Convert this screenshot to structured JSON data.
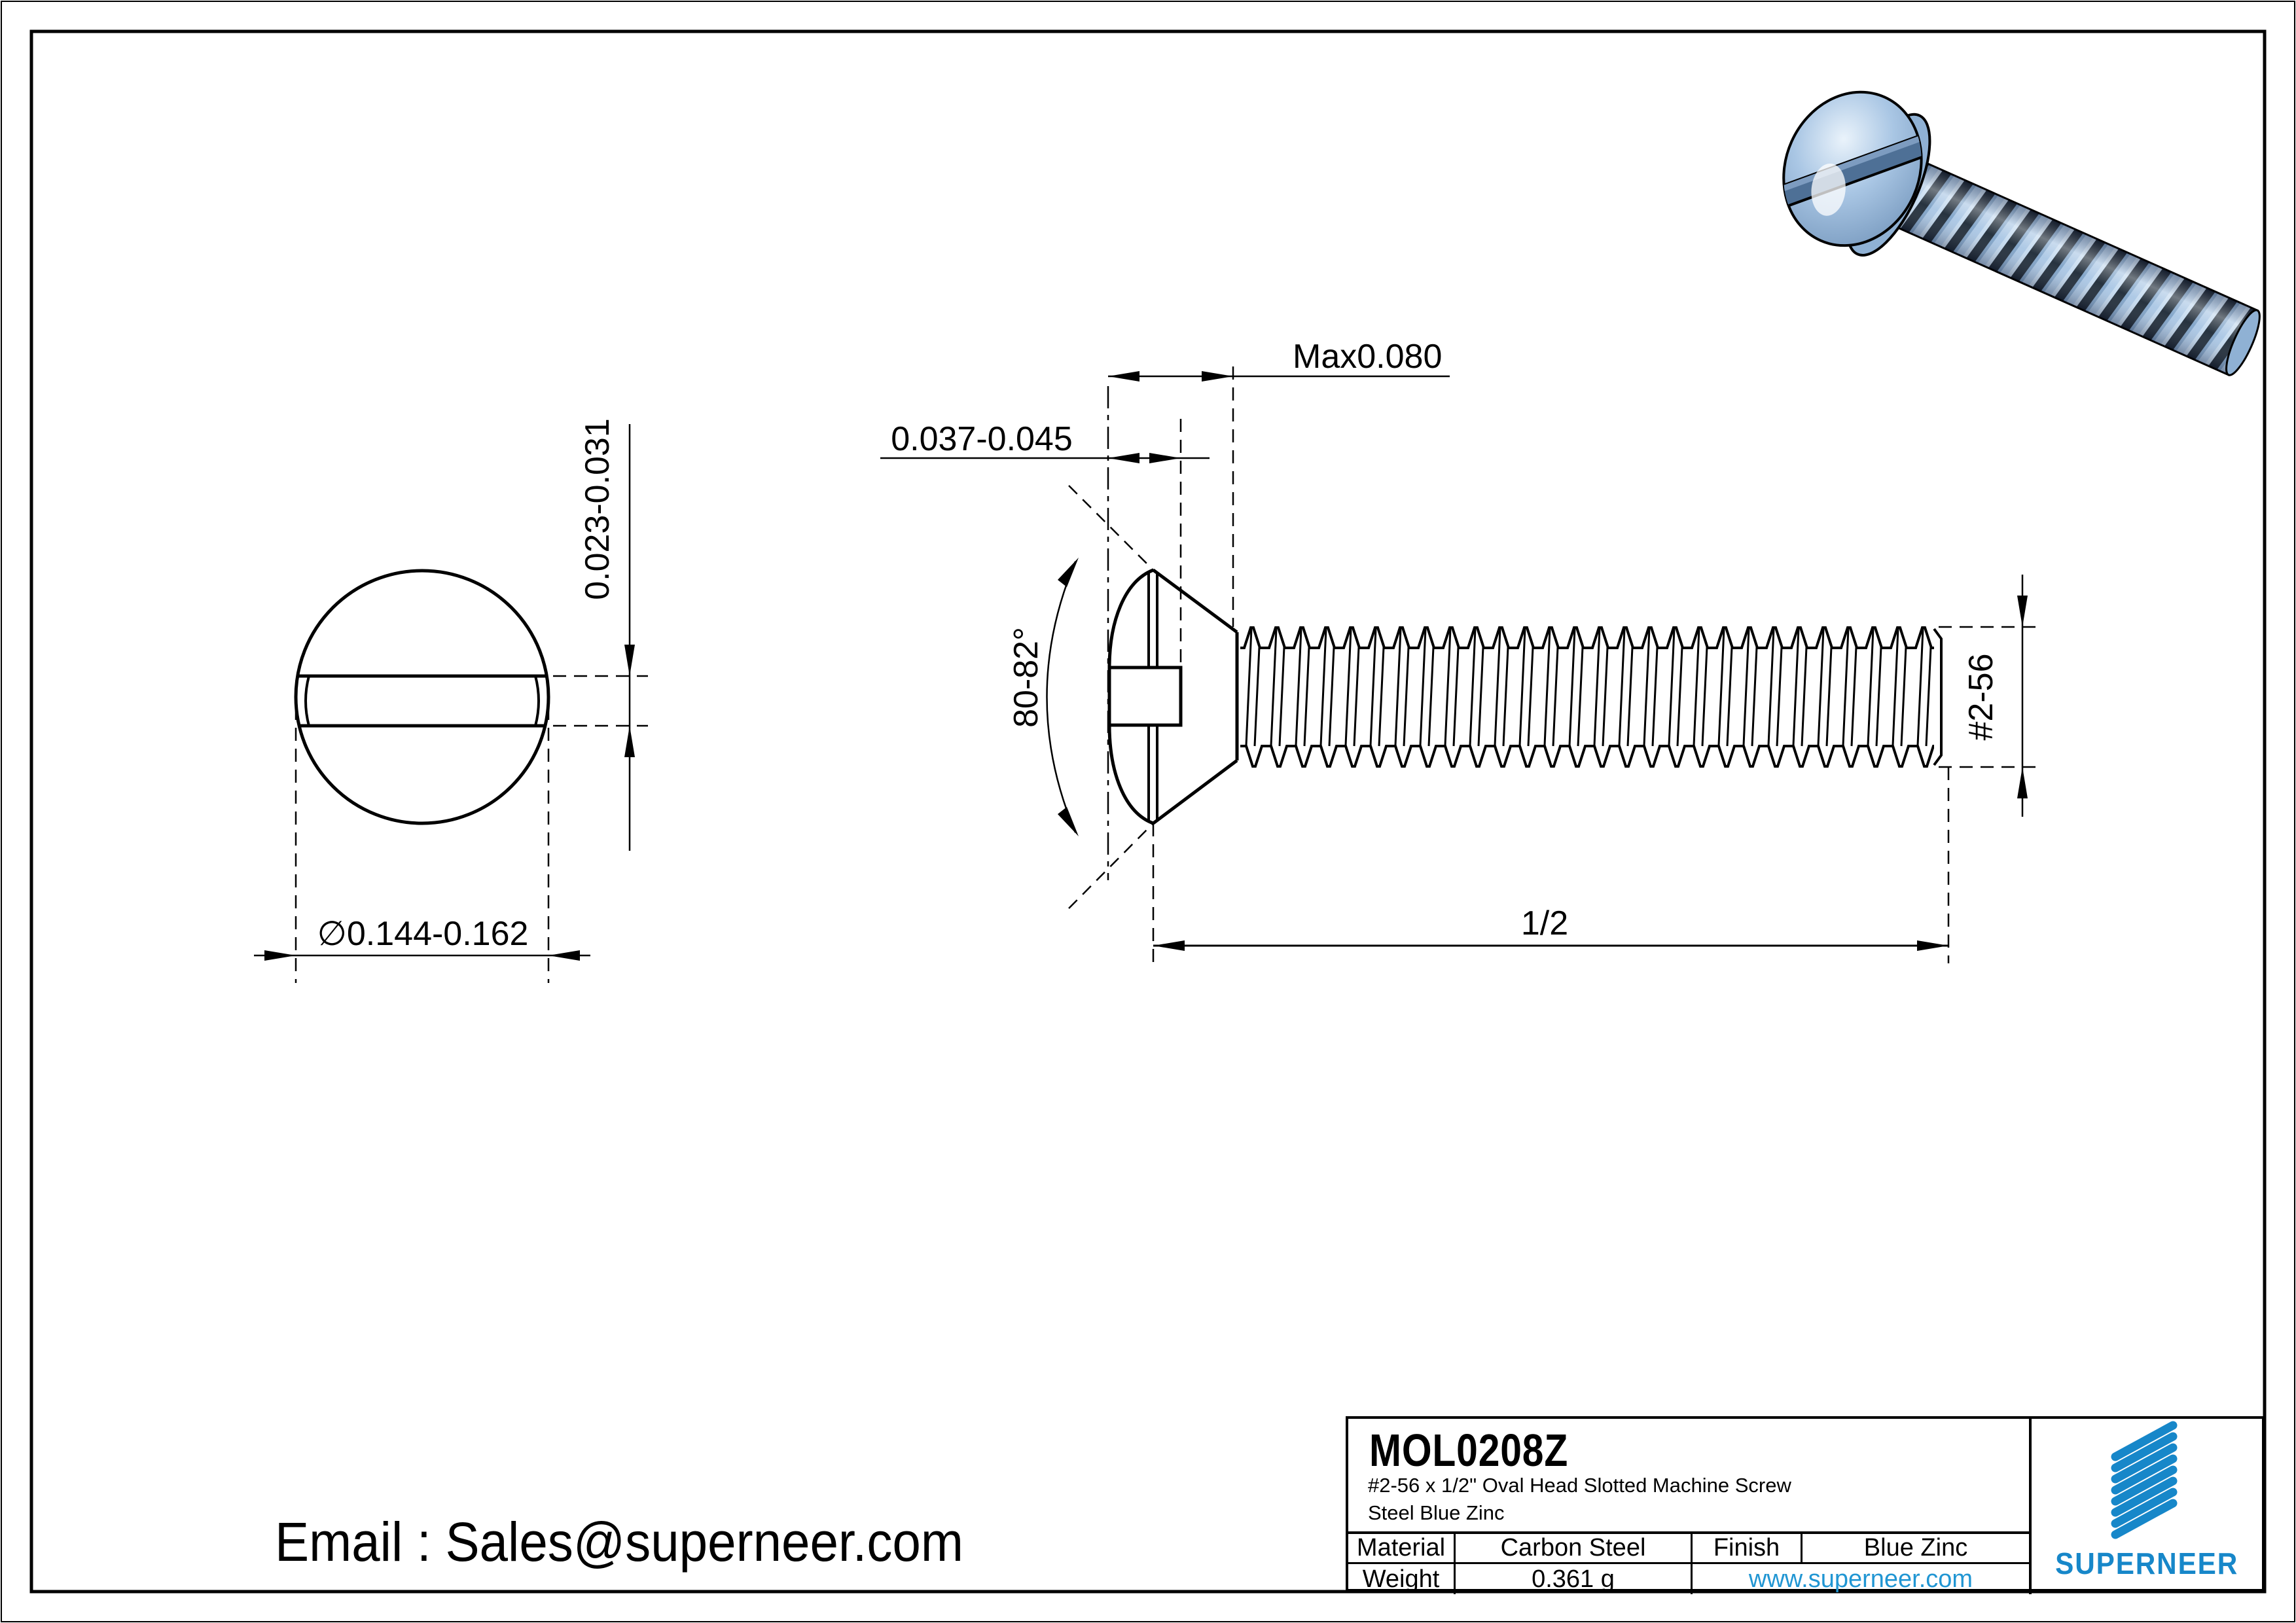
{
  "drawing": {
    "dimensions": {
      "head_height": "Max0.080",
      "slot_width": "0.037-0.045",
      "slot_depth": "0.023-0.031",
      "head_diameter": "∅0.144-0.162",
      "head_angle": "80-82°",
      "thread_size": "#2-56",
      "length": "1/2"
    }
  },
  "contact": {
    "email": "Email : Sales@superneer.com"
  },
  "title_block": {
    "part_number": "MOL0208Z",
    "description_line1": "#2-56 x 1/2\" Oval Head Slotted Machine Screw",
    "description_line2": "Steel Blue Zinc",
    "material_label": "Material",
    "material_value": "Carbon Steel",
    "finish_label": "Finish",
    "finish_value": "Blue Zinc",
    "weight_label": "Weight",
    "weight_value": "0.361 g",
    "website": "www.superneer.com",
    "brand": "SUPERNEER"
  },
  "colors": {
    "accent_blue": "#1787c9",
    "link_blue": "#2196d3",
    "screw_body": "#a9c6e4",
    "screw_shadow": "#7698bd",
    "slot_dark": "#4e7096",
    "line_black": "#000000"
  }
}
